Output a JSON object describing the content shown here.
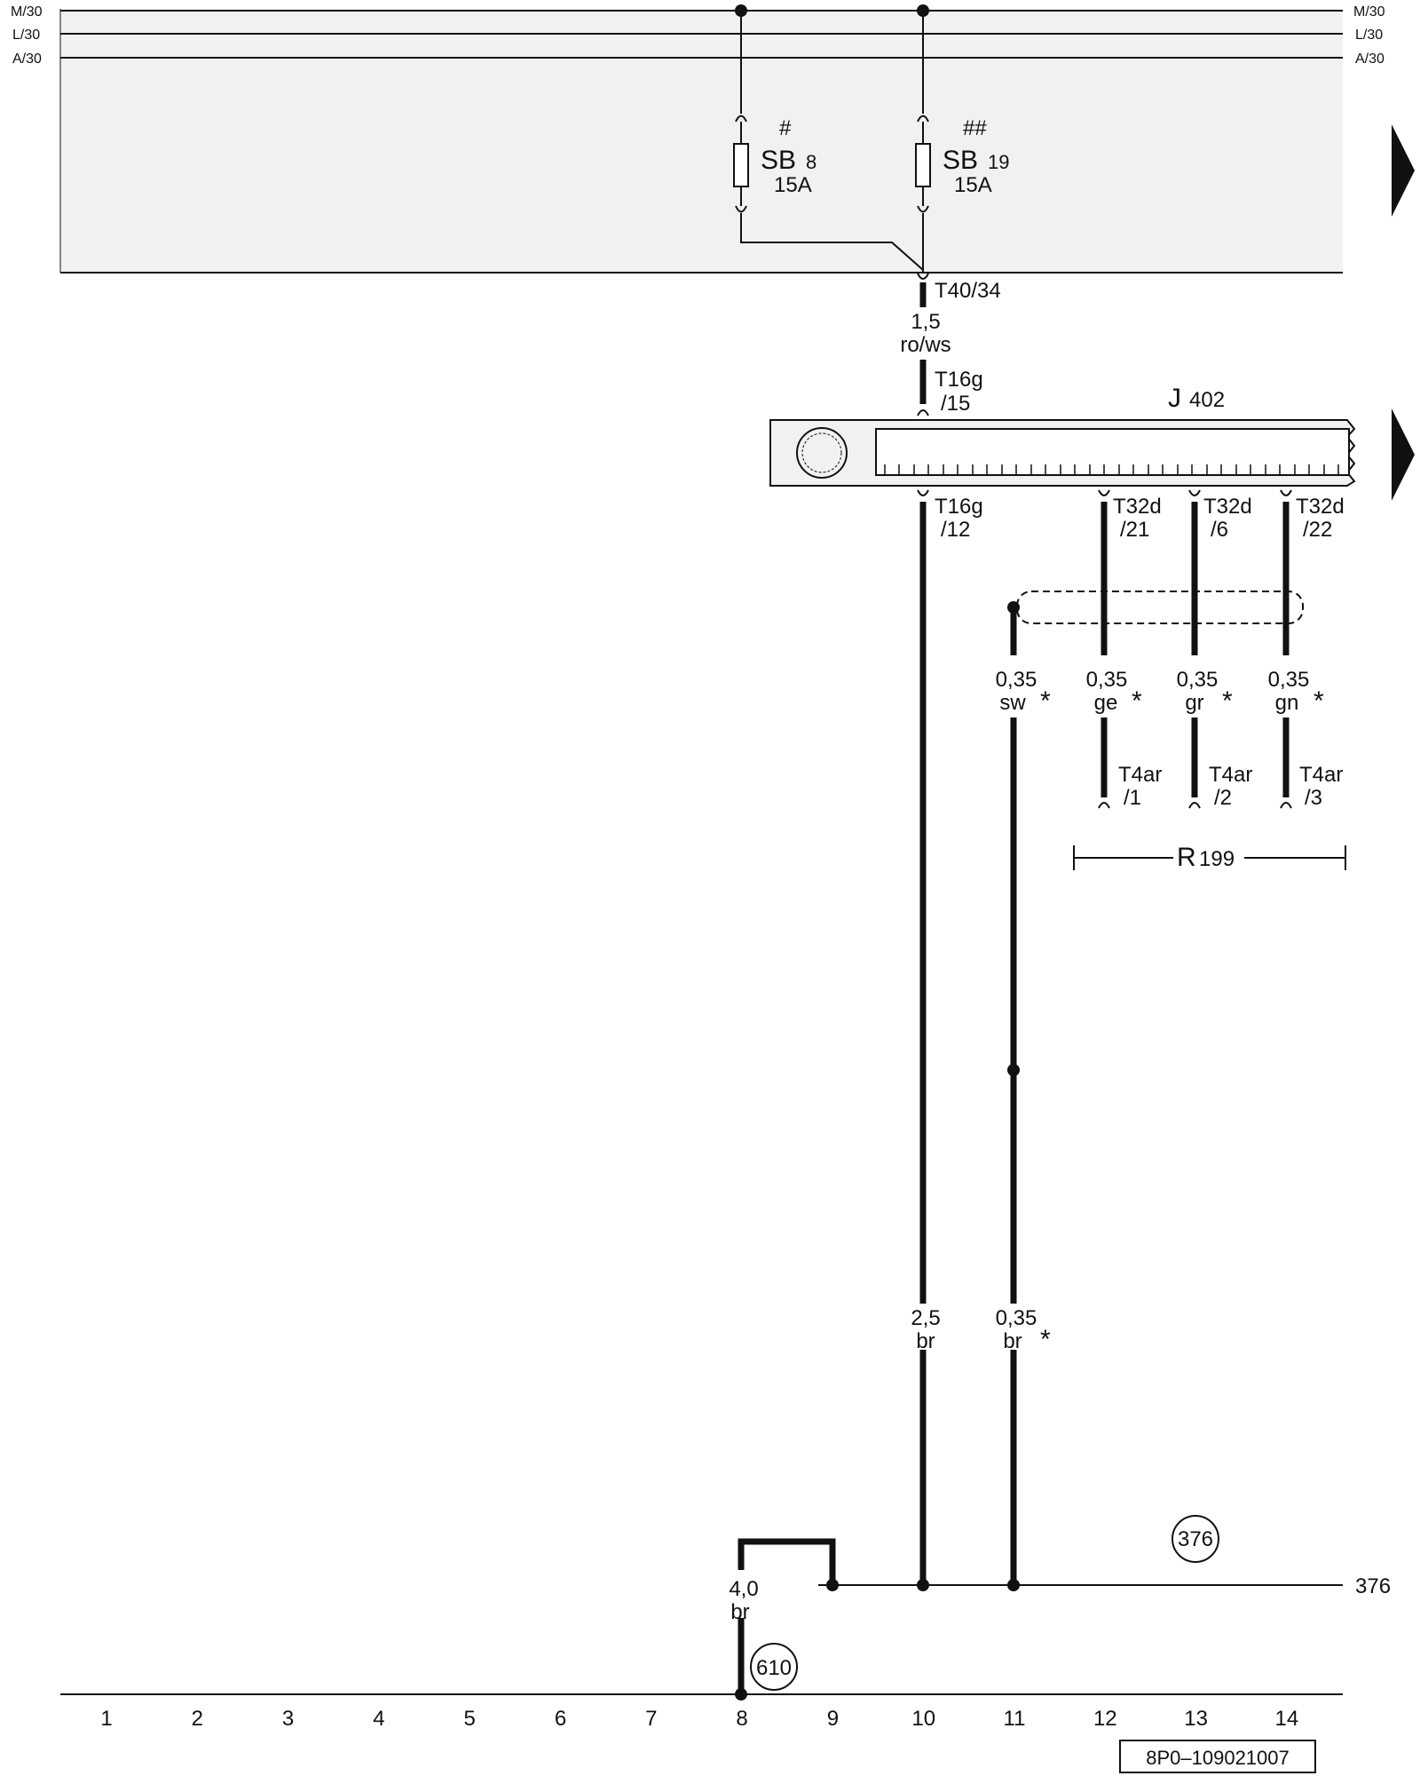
{
  "rails": {
    "left": [
      "M/30",
      "L/30",
      "A/30"
    ],
    "right": [
      "M/30",
      "L/30",
      "A/30"
    ]
  },
  "fuses": [
    {
      "mark": "#",
      "name": "SB",
      "num": "8",
      "rating": "15A"
    },
    {
      "mark": "##",
      "name": "SB",
      "num": "19",
      "rating": "15A"
    }
  ],
  "connectors": {
    "t40": "T40/34",
    "t16g_in_a": "T16g",
    "t16g_in_b": "/15",
    "t16g_out_a": "T16g",
    "t16g_out_b": "/12",
    "t32d_21_a": "T32d",
    "t32d_21_b": "/21",
    "t32d_6_a": "T32d",
    "t32d_6_b": "/6",
    "t32d_22_a": "T32d",
    "t32d_22_b": "/22",
    "t4ar_1_a": "T4ar",
    "t4ar_1_b": "/1",
    "t4ar_2_a": "T4ar",
    "t4ar_2_b": "/2",
    "t4ar_3_a": "T4ar",
    "t4ar_3_b": "/3"
  },
  "module": {
    "name": "J",
    "num": "402"
  },
  "sensor": {
    "name": "R",
    "num": "199"
  },
  "wires": {
    "main_size": "1,5",
    "main_color": "ro/ws",
    "sw_size": "0,35",
    "sw_color": "sw",
    "ge_size": "0,35",
    "ge_color": "ge",
    "gr_size": "0,35",
    "gr_color": "gr",
    "gn_size": "0,35",
    "gn_color": "gn",
    "br10_size": "2,5",
    "br10_color": "br",
    "br11_size": "0,35",
    "br11_color": "br",
    "br8_size": "4,0",
    "br8_color": "br",
    "star": "*"
  },
  "ground": {
    "circle_376": "376",
    "line_376": "376",
    "circle_610": "610"
  },
  "columns": [
    "1",
    "2",
    "3",
    "4",
    "5",
    "6",
    "7",
    "8",
    "9",
    "10",
    "11",
    "12",
    "13",
    "14"
  ],
  "doc_id": "8P0–109021007"
}
